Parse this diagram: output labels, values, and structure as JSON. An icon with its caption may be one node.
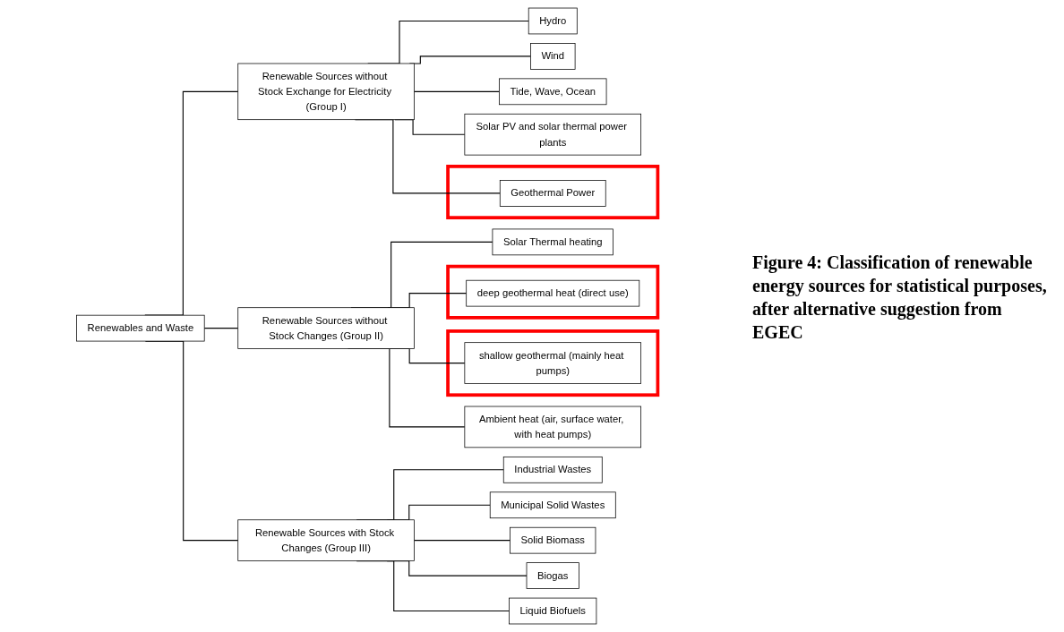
{
  "diagram": {
    "caption": "Figure 4: Classification of renewable energy sources for statistical purposes, after alternative suggestion from EGEC",
    "nodes": [
      {
        "text": [
          "Renewables and Waste"
        ]
      },
      {
        "text": [
          "Renewable Sources without Stock Exchange for Electricity (Group I)"
        ]
      },
      {
        "text": [
          "Renewable Sources without Stock Changes (Group II)"
        ]
      },
      {
        "text": [
          "Renewable Sources with Stock Changes (Group III)"
        ]
      },
      {
        "text": [
          "Hydro"
        ]
      },
      {
        "text": [
          "Wind"
        ]
      },
      {
        "text": [
          "Tide, Wave, Ocean"
        ]
      },
      {
        "text": [
          "Solar PV and solar thermal power plants"
        ]
      },
      {
        "text": [],
        "shape": "box"
      },
      {
        "text": [
          "Geothermal Power"
        ],
        "in": 8
      },
      {
        "text": [
          "Solar Thermal heating"
        ]
      },
      {
        "text": [],
        "shape": "box"
      },
      {
        "text": [
          "deep geothermal heat (direct use)"
        ],
        "in": 11
      },
      {
        "text": [],
        "shape": "box"
      },
      {
        "text": [
          "shallow geothermal (mainly heat pumps)"
        ],
        "in": 13
      },
      {
        "text": [
          "Ambient heat (air, surface water, with heat pumps)"
        ]
      },
      {
        "text": [
          "Industrial Wastes"
        ]
      },
      {
        "text": [
          "Municipal Solid Wastes"
        ]
      },
      {
        "text": [
          "Solid Biomass"
        ]
      },
      {
        "text": [
          "Biogas"
        ]
      },
      {
        "text": [
          "Liquid Biofuels"
        ]
      }
    ],
    "edges": [
      {
        "from": 0,
        "to": 1,
        "arrow": "none"
      },
      {
        "from": 0,
        "to": 2,
        "arrow": "none"
      },
      {
        "from": 0,
        "to": 3,
        "arrow": "none"
      },
      {
        "from": 1,
        "to": 4,
        "arrow": "none"
      },
      {
        "from": 1,
        "to": 5,
        "arrow": "none"
      },
      {
        "from": 1,
        "to": 6,
        "arrow": "none"
      },
      {
        "from": 1,
        "to": 7,
        "arrow": "none"
      },
      {
        "from": 1,
        "to": 9,
        "arrow": "none"
      },
      {
        "from": 2,
        "to": 10,
        "arrow": "none"
      },
      {
        "from": 2,
        "to": 12,
        "arrow": "none"
      },
      {
        "from": 2,
        "to": 14,
        "arrow": "none"
      },
      {
        "from": 2,
        "to": 15,
        "arrow": "none"
      },
      {
        "from": 3,
        "to": 16,
        "arrow": "none"
      },
      {
        "from": 3,
        "to": 17,
        "arrow": "none"
      },
      {
        "from": 3,
        "to": 18,
        "arrow": "none"
      },
      {
        "from": 3,
        "to": 19,
        "arrow": "none"
      },
      {
        "from": 3,
        "to": 20,
        "arrow": "none"
      }
    ]
  }
}
